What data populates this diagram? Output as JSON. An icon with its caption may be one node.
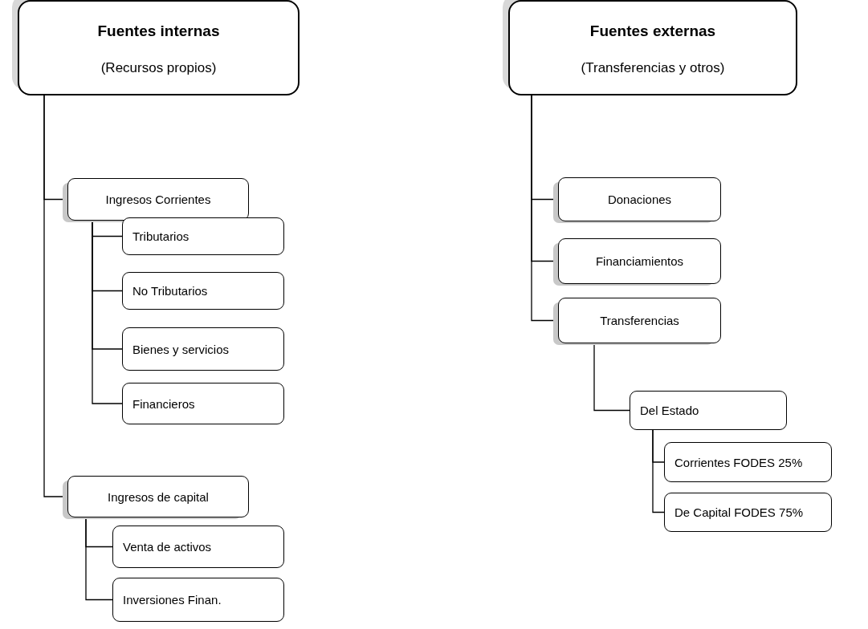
{
  "diagram": {
    "nodes": [
      {
        "text": [
          "Fuentes internas",
          "(Recursos propios)"
        ]
      },
      {
        "text": [
          "Ingresos Corrientes"
        ]
      },
      {
        "text": [
          "Tributarios"
        ]
      },
      {
        "text": [
          "No Tributarios"
        ]
      },
      {
        "text": [
          "Bienes y servicios"
        ]
      },
      {
        "text": [
          "Financieros"
        ]
      },
      {
        "text": [
          "Ingresos de capital"
        ]
      },
      {
        "text": [
          "Venta de activos"
        ]
      },
      {
        "text": [
          "Inversiones Finan."
        ]
      },
      {
        "text": [
          "Fuentes externas",
          "(Transferencias y otros)"
        ]
      },
      {
        "text": [
          "Donaciones"
        ]
      },
      {
        "text": [
          "Financiamientos"
        ]
      },
      {
        "text": [
          "Transferencias"
        ]
      },
      {
        "text": [
          "Del Estado"
        ]
      },
      {
        "text": [
          "Corrientes FODES 25%"
        ]
      },
      {
        "text": [
          "De Capital FODES 75%"
        ]
      }
    ],
    "edges": [
      {
        "from": 0,
        "to": 1,
        "arrow": "none"
      },
      {
        "from": 0,
        "to": 6,
        "arrow": "none"
      },
      {
        "from": 1,
        "to": 2,
        "arrow": "none"
      },
      {
        "from": 1,
        "to": 3,
        "arrow": "none"
      },
      {
        "from": 1,
        "to": 4,
        "arrow": "none"
      },
      {
        "from": 1,
        "to": 5,
        "arrow": "none"
      },
      {
        "from": 6,
        "to": 7,
        "arrow": "none"
      },
      {
        "from": 6,
        "to": 8,
        "arrow": "none"
      },
      {
        "from": 9,
        "to": 10,
        "arrow": "none"
      },
      {
        "from": 9,
        "to": 11,
        "arrow": "none"
      },
      {
        "from": 9,
        "to": 12,
        "arrow": "none"
      },
      {
        "from": 12,
        "to": 13,
        "arrow": "none"
      },
      {
        "from": 13,
        "to": 14,
        "arrow": "none"
      },
      {
        "from": 13,
        "to": 15,
        "arrow": "none"
      }
    ]
  }
}
